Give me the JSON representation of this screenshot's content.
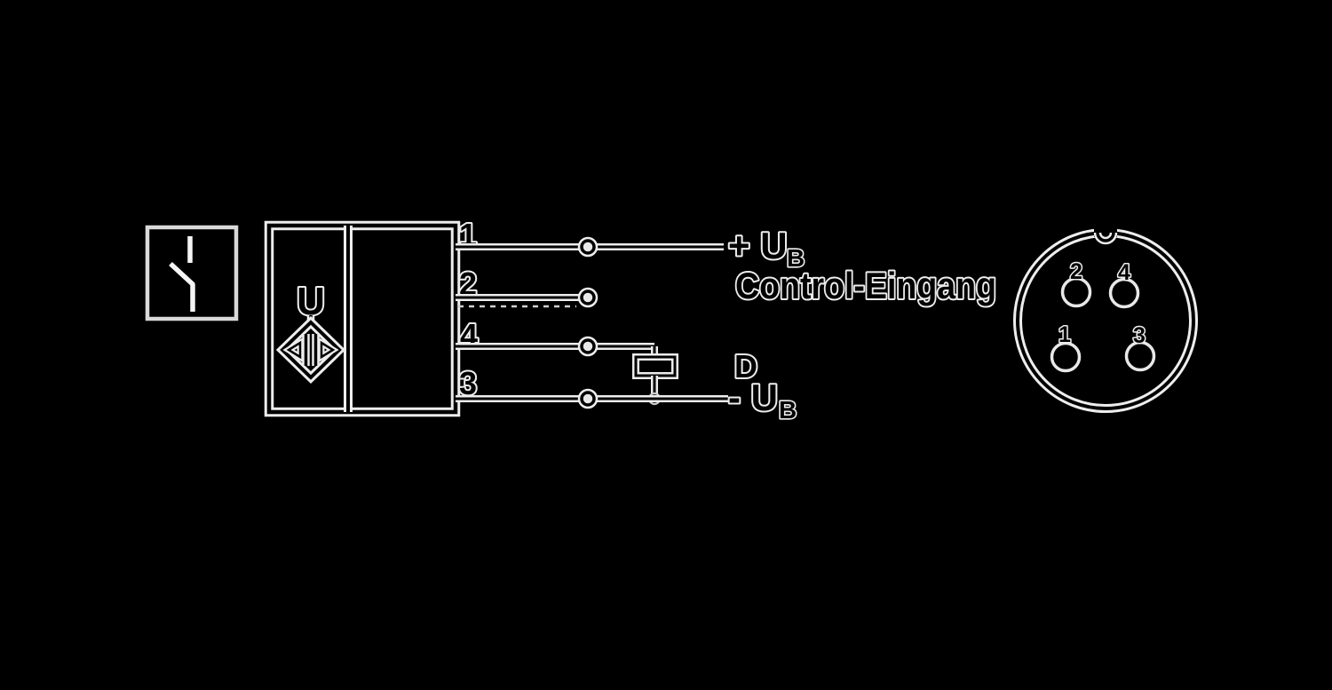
{
  "diagram": {
    "colors": {
      "background": "#000000",
      "ink": "#000000",
      "halo": "#ededed",
      "bright": "#f5f5f5",
      "box_border": "#d9d9d9",
      "dash": "#cfcfcf",
      "terminal_fill": "#e8e8e8"
    },
    "symbols": {
      "switch": "normally-open-switch-icon",
      "sensor": "ultrasonic-transducer-icon",
      "load": "load-resistor-icon",
      "connector": "round-connector-pinout-icon"
    },
    "sensor": {
      "type_label": "U"
    },
    "terminals": [
      {
        "number": "1",
        "label": "+ U",
        "label_sub": "B"
      },
      {
        "number": "2",
        "label": "Control-Eingang"
      },
      {
        "number": "4",
        "label": "D"
      },
      {
        "number": "3",
        "label": "- U",
        "label_sub": "B"
      }
    ],
    "connector": {
      "pins": [
        {
          "number": "2"
        },
        {
          "number": "4"
        },
        {
          "number": "1"
        },
        {
          "number": "3"
        }
      ]
    }
  }
}
